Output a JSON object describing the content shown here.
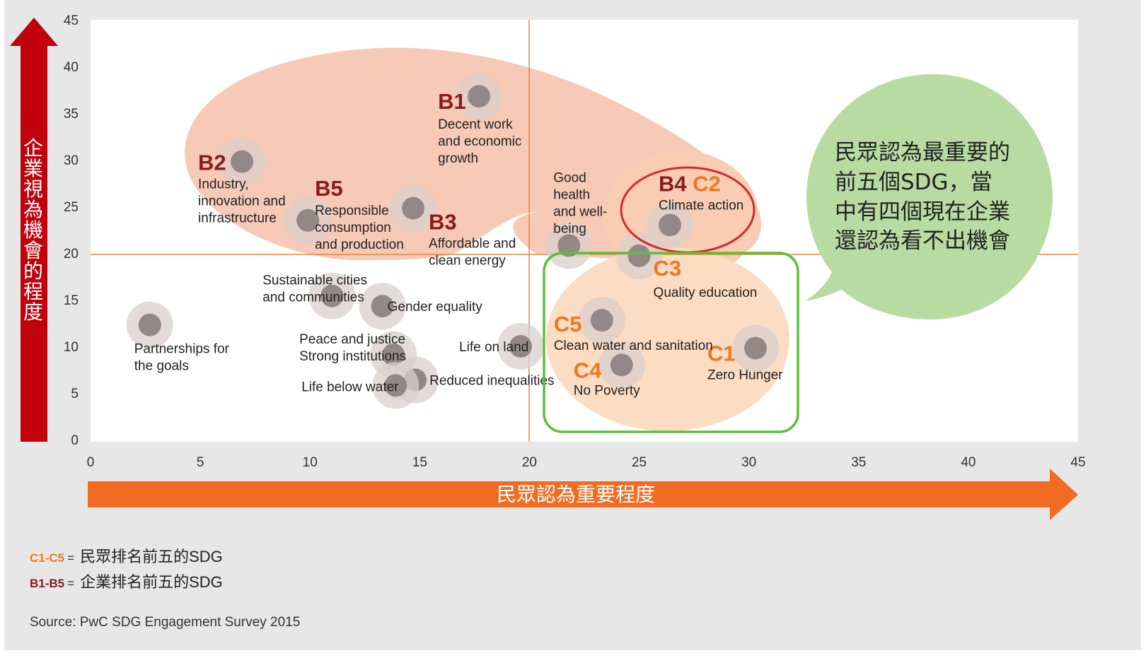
{
  "chart_data": {
    "type": "scatter",
    "xlabel": "民眾認為重要程度",
    "ylabel": "企業視為機會的程度",
    "xlim": [
      0,
      45
    ],
    "ylim": [
      0,
      45
    ],
    "x_ticks": [
      0,
      5,
      10,
      15,
      20,
      25,
      30,
      35,
      40,
      45
    ],
    "y_ticks": [
      0,
      5,
      10,
      15,
      20,
      25,
      30,
      35,
      40,
      45
    ],
    "reference_lines": {
      "x": 20,
      "y": 20
    },
    "points": [
      {
        "code": "B1",
        "group": "business",
        "label": "Decent work and economic growth",
        "x": 17.7,
        "y": 36.8
      },
      {
        "code": "B2",
        "group": "business",
        "label": "Industry, innovation and infrastructure",
        "x": 6.9,
        "y": 29.8
      },
      {
        "code": "B3",
        "group": "business",
        "label": "Affordable and clean energy",
        "x": 14.7,
        "y": 24.8
      },
      {
        "code": "B4 C2",
        "group": "both",
        "label": "Climate action",
        "x": 26.4,
        "y": 23.0
      },
      {
        "code": "B5",
        "group": "business",
        "label": "Responsible consumption and production",
        "x": 9.9,
        "y": 23.5
      },
      {
        "code": "C1",
        "group": "public",
        "label": "Zero Hunger",
        "x": 30.3,
        "y": 9.8
      },
      {
        "code": "C3",
        "group": "public",
        "label": "Quality education",
        "x": 25.0,
        "y": 19.7
      },
      {
        "code": "C4",
        "group": "public",
        "label": "No Poverty",
        "x": 24.2,
        "y": 8.0
      },
      {
        "code": "C5",
        "group": "public",
        "label": "Clean water and sanitation",
        "x": 23.3,
        "y": 12.8
      },
      {
        "code": "",
        "group": "other",
        "label": "Good health and well-being",
        "x": 21.8,
        "y": 20.8
      },
      {
        "code": "",
        "group": "other",
        "label": "Sustainable cities and communities",
        "x": 11.0,
        "y": 15.4
      },
      {
        "code": "",
        "group": "other",
        "label": "Gender equality",
        "x": 13.3,
        "y": 14.3
      },
      {
        "code": "",
        "group": "other",
        "label": "Partnerships for the goals",
        "x": 2.7,
        "y": 12.3
      },
      {
        "code": "",
        "group": "other",
        "label": "Peace and justice Strong institutions",
        "x": 13.8,
        "y": 9.1
      },
      {
        "code": "",
        "group": "other",
        "label": "Life on land",
        "x": 19.6,
        "y": 10.0
      },
      {
        "code": "",
        "group": "other",
        "label": "Reduced inequalities",
        "x": 14.8,
        "y": 6.4
      },
      {
        "code": "",
        "group": "other",
        "label": "Life below water",
        "x": 13.9,
        "y": 5.8
      }
    ],
    "callout": "民眾認為最重要的前五個SDG，當中有四個現在企業還認為看不出機會",
    "colors": {
      "business_code": "#8b1a1a",
      "public_code": "#f07722",
      "business_region": "#f7c6b3",
      "public_region": "#fcdcc2",
      "point": "#948887",
      "point_halo": "#d9cfcc",
      "y_arrow": "#c0000b",
      "x_arrow": "#f26b22",
      "highlight_box": "#5cbf3a",
      "highlight_ellipse": "#d42a2a",
      "callout": "#b8dba2"
    }
  },
  "legend": {
    "c_code": "C1-C5",
    "c_text": "民眾排名前五的SDG",
    "b_code": "B1-B5",
    "b_text": "企業排名前五的SDG",
    "equals": "="
  },
  "source": "Source: PwC SDG Engagement Survey 2015"
}
